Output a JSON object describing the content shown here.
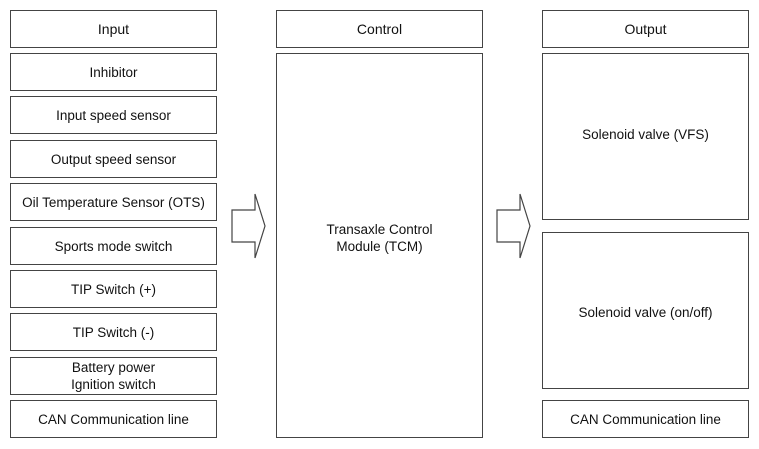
{
  "input": {
    "header": "Input",
    "items": [
      "Inhibitor",
      "Input speed sensor",
      "Output speed sensor",
      "Oil Temperature Sensor (OTS)",
      "Sports mode switch",
      "TIP Switch (+)",
      "TIP Switch (-)",
      "Battery power\nIgnition switch",
      "CAN Communication line"
    ]
  },
  "control": {
    "header": "Control",
    "module": "Transaxle Control\nModule (TCM)"
  },
  "output": {
    "header": "Output",
    "items": [
      "Solenoid valve (VFS)",
      "Solenoid valve (on/off)",
      "CAN Communication line"
    ]
  }
}
